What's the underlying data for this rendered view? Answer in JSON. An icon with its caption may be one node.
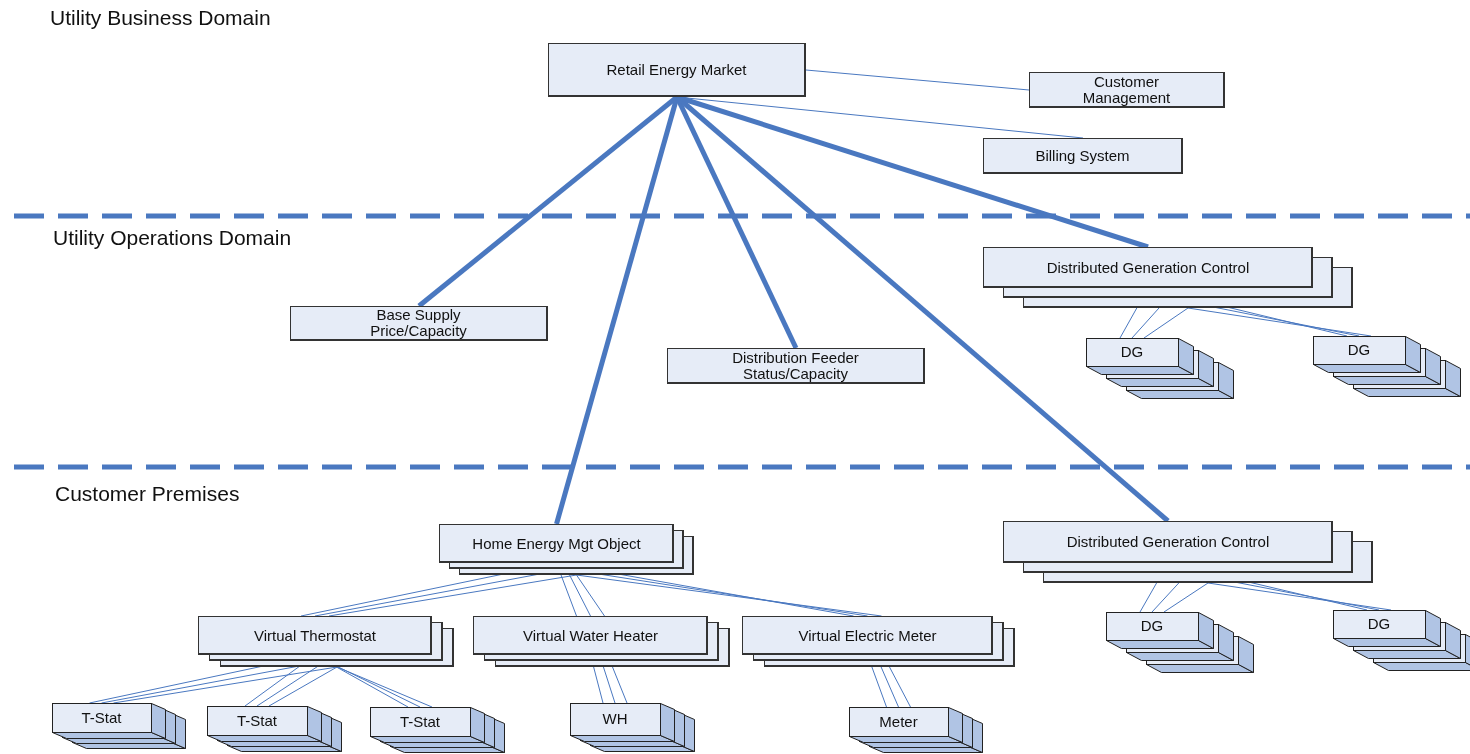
{
  "diagram": {
    "nodes": [
      {
        "text": [
          "Retail Energy Market"
        ]
      },
      {
        "text": [
          "Customer Management"
        ]
      },
      {
        "text": [
          "Billing System"
        ]
      },
      {
        "text": [
          "Base Supply Price/Capacity"
        ]
      },
      {
        "text": [
          "Distribution Feeder Status/Capacity"
        ]
      },
      {
        "text": [
          "Distributed Generation Control"
        ]
      },
      {
        "text": [
          "DG"
        ]
      },
      {
        "text": [
          "DG"
        ]
      },
      {
        "text": [
          "Home Energy Mgt Object"
        ]
      },
      {
        "text": [
          "Distributed Generation Control"
        ]
      },
      {
        "text": [
          "Virtual Thermostat"
        ]
      },
      {
        "text": [
          "Virtual Water Heater"
        ]
      },
      {
        "text": [
          "Virtual Electric Meter"
        ]
      },
      {
        "text": [
          "DG"
        ]
      },
      {
        "text": [
          "DG"
        ]
      },
      {
        "text": [
          "T-Stat"
        ]
      },
      {
        "text": [
          "T-Stat"
        ]
      },
      {
        "text": [
          "T-Stat"
        ]
      },
      {
        "text": [
          "WH"
        ]
      },
      {
        "text": [
          "Meter"
        ]
      }
    ],
    "edges": [
      {
        "from": 0,
        "to": 1,
        "arrow": "none"
      },
      {
        "from": 0,
        "to": 2,
        "arrow": "none"
      },
      {
        "from": 0,
        "to": 3,
        "arrow": "none",
        "style": "thick"
      },
      {
        "from": 0,
        "to": 8,
        "arrow": "none",
        "style": "thick"
      },
      {
        "from": 0,
        "to": 4,
        "arrow": "none",
        "style": "thick"
      },
      {
        "from": 0,
        "to": 9,
        "arrow": "none",
        "style": "thick"
      },
      {
        "from": 0,
        "to": 5,
        "arrow": "none",
        "style": "thick"
      },
      {
        "from": 5,
        "to": 6,
        "arrow": "none"
      },
      {
        "from": 5,
        "to": 7,
        "arrow": "none"
      },
      {
        "from": 8,
        "to": 10,
        "arrow": "none"
      },
      {
        "from": 8,
        "to": 11,
        "arrow": "none"
      },
      {
        "from": 8,
        "to": 12,
        "arrow": "none"
      },
      {
        "from": 9,
        "to": 13,
        "arrow": "none"
      },
      {
        "from": 9,
        "to": 14,
        "arrow": "none"
      },
      {
        "from": 10,
        "to": 15,
        "arrow": "none"
      },
      {
        "from": 10,
        "to": 16,
        "arrow": "none"
      },
      {
        "from": 10,
        "to": 17,
        "arrow": "none"
      },
      {
        "from": 11,
        "to": 18,
        "arrow": "none"
      },
      {
        "from": 12,
        "to": 19,
        "arrow": "none"
      }
    ],
    "labels": [
      "Utility Business Domain",
      "Utility Operations Domain",
      "Customer Premises"
    ]
  }
}
